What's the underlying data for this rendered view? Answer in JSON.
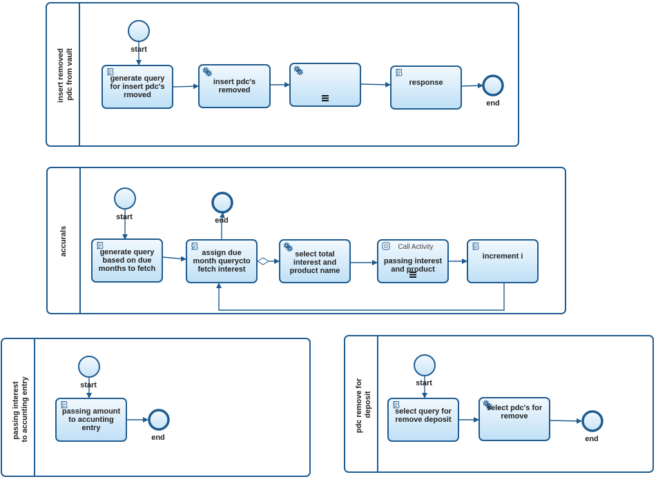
{
  "pools": {
    "p1": {
      "label_line1": "insert removed",
      "label_line2": "pdc from vault"
    },
    "p2": {
      "label_line1": "accurals",
      "label_line2": ""
    },
    "p3": {
      "label_line1": "passing interest",
      "label_line2": "to accunting entry"
    },
    "p4": {
      "label_line1": "pdc remove for",
      "label_line2": "deposit"
    }
  },
  "events": {
    "p1_start": "start",
    "p1_end": "end",
    "p2_start": "start",
    "p2_end": "end",
    "p3_start": "start",
    "p3_end": "end",
    "p4_start": "start",
    "p4_end": "end"
  },
  "tasks": {
    "p1_t1": {
      "type": "script",
      "lines": [
        "generate query",
        "for insert pdc's",
        "rmoved"
      ]
    },
    "p1_t2": {
      "type": "service",
      "lines": [
        "insert pdc's",
        "removed"
      ]
    },
    "p1_t3": {
      "type": "service-multi",
      "lines": []
    },
    "p1_t4": {
      "type": "script",
      "lines": [
        "response"
      ]
    },
    "p2_t1": {
      "type": "script",
      "lines": [
        "generate query",
        "based on due",
        "months to fetch"
      ]
    },
    "p2_t2": {
      "type": "script",
      "lines": [
        "assign due",
        "month querycto",
        "fetch interest"
      ]
    },
    "p2_t3": {
      "type": "service",
      "lines": [
        "select total",
        "interest and",
        "product name"
      ]
    },
    "p2_t4": {
      "type": "call-multi",
      "header": "Call Activity",
      "lines": [
        "passing interest",
        "and product"
      ]
    },
    "p2_t5": {
      "type": "script",
      "lines": [
        "increment i"
      ]
    },
    "p3_t1": {
      "type": "script",
      "lines": [
        "passing amount",
        "to accunting",
        "entry"
      ]
    },
    "p4_t1": {
      "type": "script",
      "lines": [
        "select query for",
        "remove deposit"
      ]
    },
    "p4_t2": {
      "type": "service",
      "lines": [
        "select pdc's for",
        "remove"
      ]
    }
  },
  "colors": {
    "stroke": "#1f5b8e",
    "task_fill_top": "#f3f9fe",
    "task_fill_bottom": "#bfe0f6",
    "text": "#222222"
  }
}
